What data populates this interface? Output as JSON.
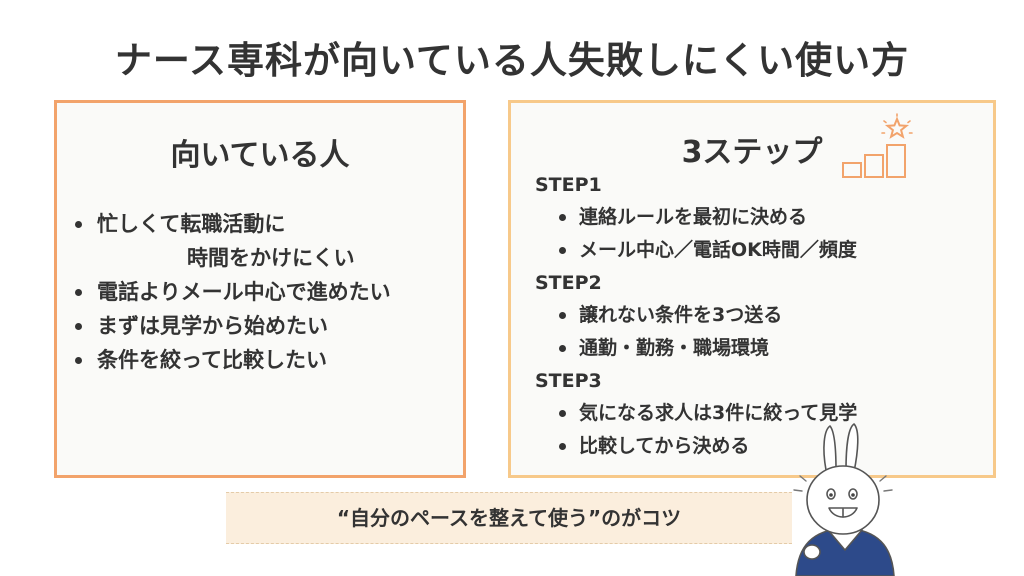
{
  "title": "ナース専科が向いている人失敗しにくい使い方",
  "left_panel": {
    "heading": "向いている人",
    "items": [
      {
        "line1": "忙しくて転職活動に",
        "line2": "時間をかけにくい"
      },
      {
        "line1": "電話よりメール中心で進めたい"
      },
      {
        "line1": "まずは見学から始めたい"
      },
      {
        "line1": "条件を絞って比較したい"
      }
    ]
  },
  "right_panel": {
    "heading": "3ステップ",
    "icon": "stairs-star-icon",
    "steps": [
      {
        "label": "STEP1",
        "items": [
          "連絡ルールを最初に決める",
          "メール中心／電話OK時間／頻度"
        ]
      },
      {
        "label": "STEP2",
        "items": [
          "譲れない条件を3つ送る",
          "通勤・勤務・職場環境"
        ]
      },
      {
        "label": "STEP3",
        "items": [
          "気になる求人は3件に絞って見学",
          "比較してから決める"
        ]
      }
    ]
  },
  "tip": "“自分のペースを整えて使う”のがコツ",
  "mascot": "rabbit-nurse-icon",
  "colors": {
    "left_border": "#f2a36b",
    "right_border": "#f7c98a",
    "tip_background": "#fbeedd",
    "icon_accent": "#f2a36b",
    "mascot_shirt": "#2d4a8a"
  }
}
